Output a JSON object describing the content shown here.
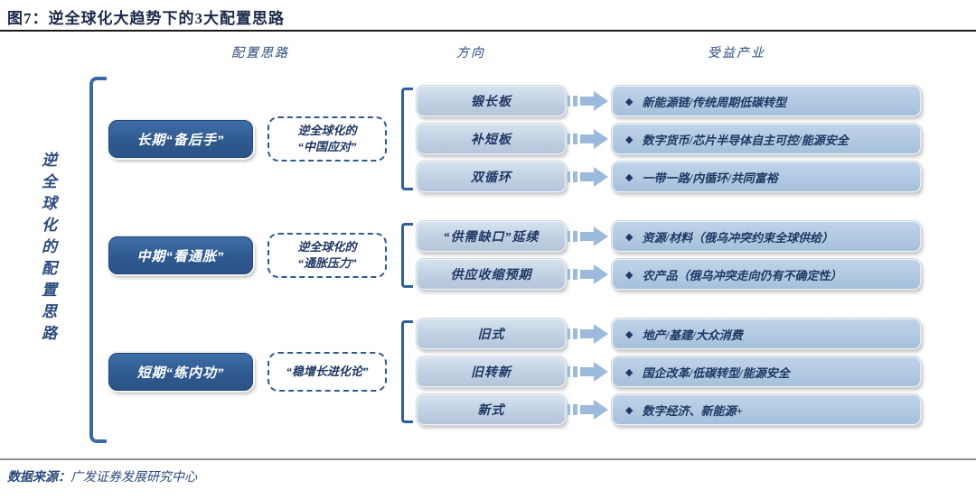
{
  "title": "图7：逆全球化大趋势下的3大配置思路",
  "headers": {
    "strategy": "配置思路",
    "direction": "方向",
    "industry": "受益产业"
  },
  "side_label": "逆全球化的配置思路",
  "bullet": "◆",
  "colors": {
    "dark_box": "#2f5a8f",
    "light_box": "#b7cce3",
    "arrow": "#9cbadc",
    "text": "#1f3864",
    "bracket": "#3a6aa6"
  },
  "groups": [
    {
      "strategy": "长期“备后手”",
      "note1": "逆全球化的",
      "note2": "“中国应对”",
      "rows": [
        {
          "direction": "锻长板",
          "benefit": "新能源链/传统周期低碳转型"
        },
        {
          "direction": "补短板",
          "benefit": "数字货币/芯片半导体自主可控/能源安全"
        },
        {
          "direction": "双循环",
          "benefit": "一带一路/内循环/共同富裕"
        }
      ]
    },
    {
      "strategy": "中期“看通胀”",
      "note1": "逆全球化的",
      "note2": "“通胀压力”",
      "rows": [
        {
          "direction": "“供需缺口”延续",
          "benefit": "资源/材料（俄乌冲突约束全球供给）"
        },
        {
          "direction": "供应收缩预期",
          "benefit": "农产品（俄乌冲突走向仍有不确定性）"
        }
      ]
    },
    {
      "strategy": "短期“练内功”",
      "note1": "“稳增长进化论”",
      "rows": [
        {
          "direction": "旧式",
          "benefit": "地产/基建/大众消费"
        },
        {
          "direction": "旧转新",
          "benefit": "国企改革/低碳转型/能源安全"
        },
        {
          "direction": "新式",
          "benefit": "数字经济、新能源+"
        }
      ]
    }
  ],
  "source": {
    "label": "数据来源：",
    "value": "广发证券发展研究中心"
  }
}
